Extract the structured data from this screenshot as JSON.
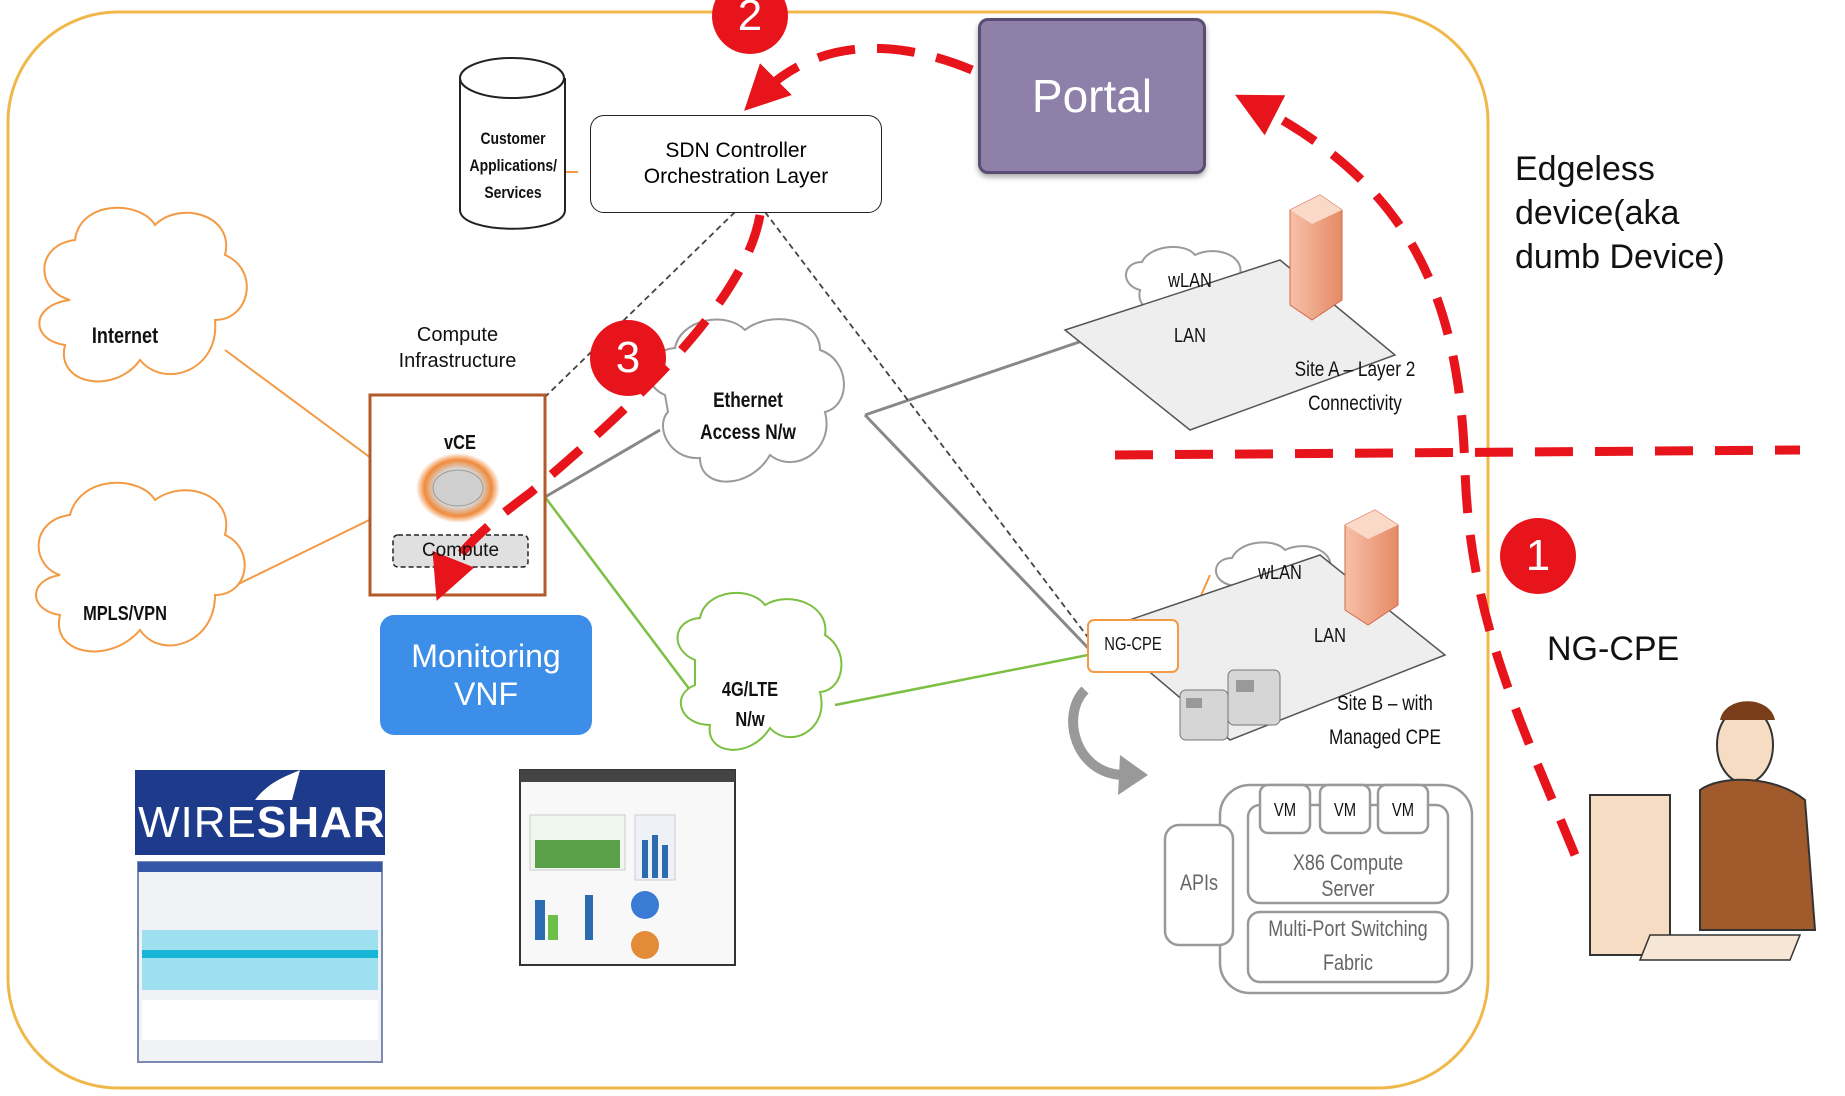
{
  "portal": "Portal",
  "sdn_controller": {
    "line1": "SDN Controller",
    "line2": "Orchestration Layer"
  },
  "customer_apps": {
    "line1": "Customer",
    "line2": "Applications/",
    "line3": "Services"
  },
  "compute_infra": {
    "line1": "Compute",
    "line2": "Infrastructure"
  },
  "vce": "vCE",
  "compute": "Compute",
  "monitoring_vnf": {
    "line1": "Monitoring",
    "line2": "VNF"
  },
  "clouds": {
    "internet": "Internet",
    "mpls": "MPLS/VPN",
    "ethernet": {
      "line1": "Ethernet",
      "line2": "Access N/w"
    },
    "lte": {
      "line1": "4G/LTE",
      "line2": "N/w"
    },
    "wlan_a": "wLAN",
    "lan_a": "LAN",
    "wlan_b": "wLAN",
    "lan_b": "LAN"
  },
  "site_a": {
    "line1": "Site A – Layer 2",
    "line2": "Connectivity"
  },
  "site_b": {
    "line1": "Site B – with",
    "line2": "Managed CPE"
  },
  "ngcpe_box": "NG-CPE",
  "server": {
    "vm1": "VM",
    "vm2": "VM",
    "vm3": "VM",
    "x86": "X86 Compute Server",
    "switch_line1": "Multi-Port Switching",
    "switch_line2": "Fabric",
    "apis": "APIs"
  },
  "edgeless": {
    "line1": "Edgeless",
    "line2": "device(aka",
    "line3": "dumb Device)"
  },
  "ngcpe_label": "NG-CPE",
  "steps": {
    "one": "1",
    "two": "2",
    "three": "3"
  },
  "wireshark": {
    "wire": "WIRE",
    "shark": "SHARK"
  },
  "colors": {
    "frame": "#f0b84a",
    "dashed_red": "#e8141b",
    "orange_line": "#f39a44",
    "green_line": "#7cbf42",
    "portal": "#8e80a8",
    "monitor": "#3d8ee8"
  }
}
